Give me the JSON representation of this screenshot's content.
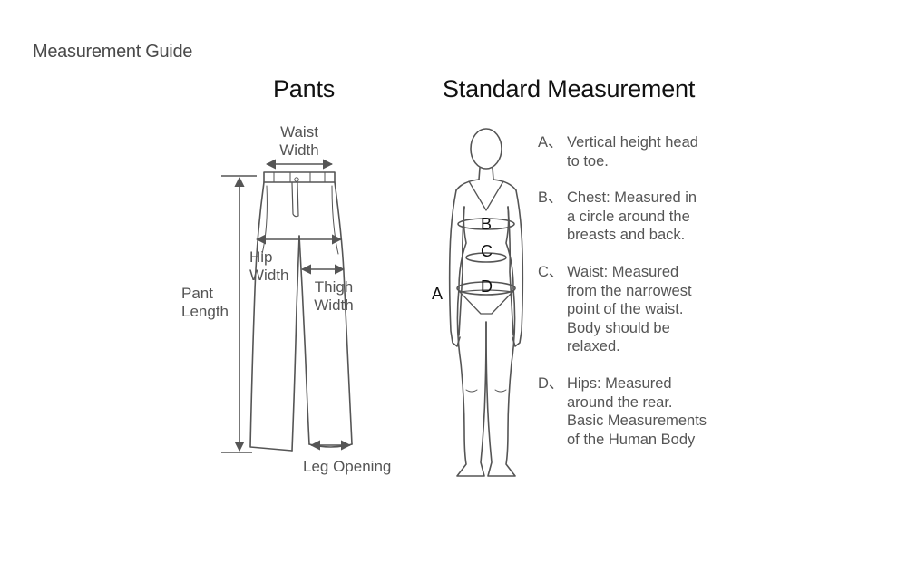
{
  "heading": "Measurement Guide",
  "pants": {
    "title": "Pants",
    "labels": {
      "waist_width": [
        "Waist",
        "Width"
      ],
      "hip_width": [
        "Hip",
        "Width"
      ],
      "thigh_width": [
        "Thigh",
        "Width"
      ],
      "pant_length": [
        "Pant",
        "Length"
      ],
      "leg_opening": "Leg Opening"
    }
  },
  "standard": {
    "title": "Standard Measurement",
    "body_letters": {
      "a": "A",
      "b": "B",
      "c": "C",
      "d": "D"
    },
    "notes": [
      {
        "key": "A、",
        "lines": [
          "Vertical height head",
          "to toe."
        ]
      },
      {
        "key": "B、",
        "lines": [
          "Chest: Measured in",
          "a circle around the",
          "breasts and back."
        ]
      },
      {
        "key": "C、",
        "lines": [
          "Waist: Measured",
          "from the narrowest",
          "point of the waist.",
          "Body should be",
          "relaxed."
        ]
      },
      {
        "key": "D、",
        "lines": [
          "Hips: Measured",
          "around the rear.",
          "Basic Measurements",
          "of the Human Body"
        ]
      }
    ]
  }
}
